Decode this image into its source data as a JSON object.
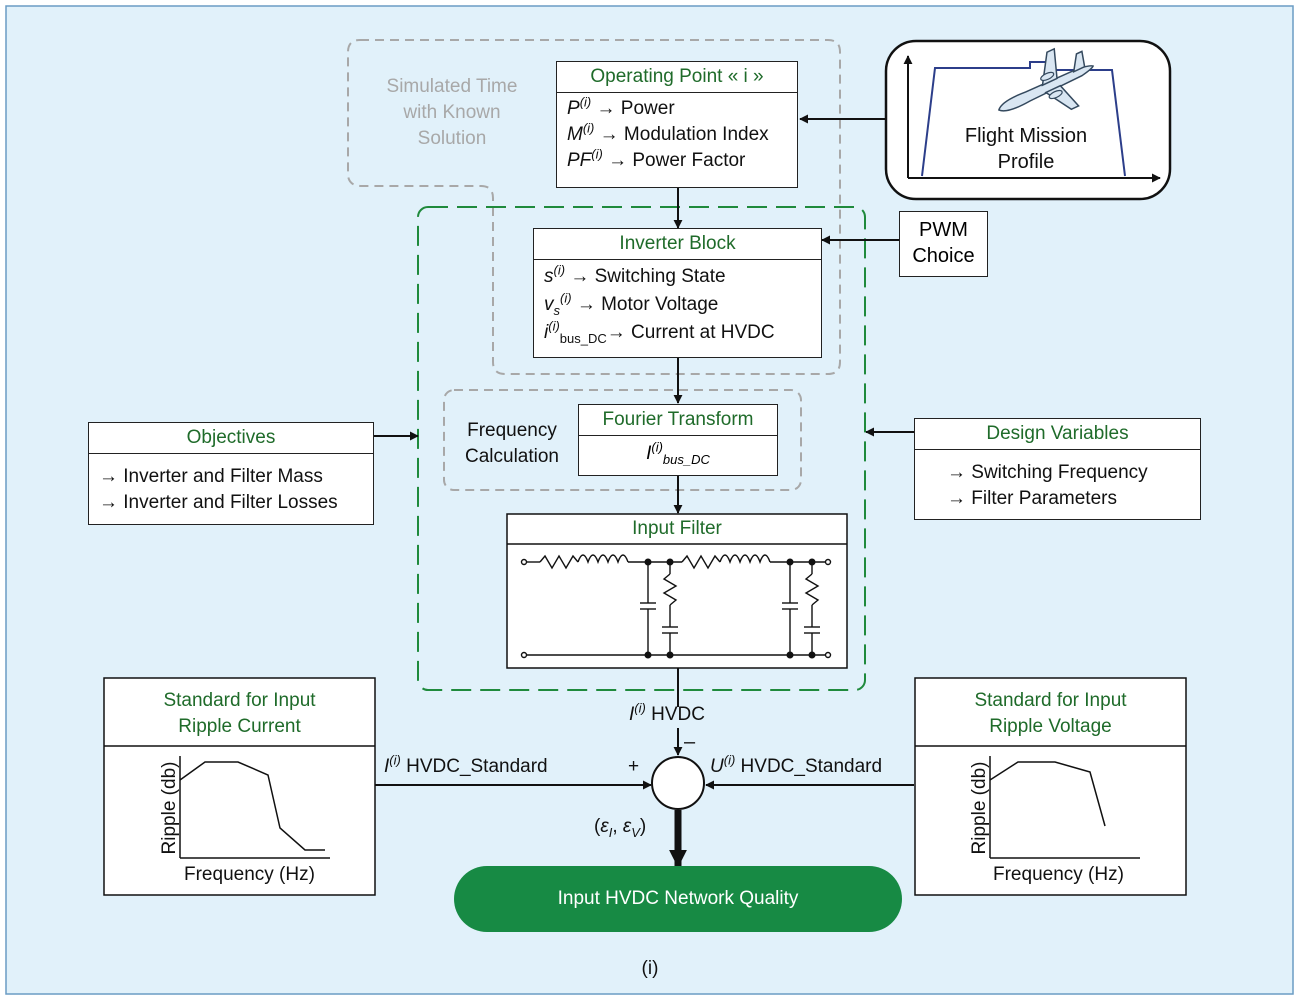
{
  "simulated_time": [
    "Simulated Time",
    "with Known",
    "Solution"
  ],
  "operating_point": {
    "title": "Operating Point « i »",
    "items": [
      {
        "sym": "P",
        "sup": "(i)",
        "text": " → Power"
      },
      {
        "sym": "M",
        "sup": "(i)",
        "text": " → Modulation Index"
      },
      {
        "sym": "PF",
        "sup": "(i)",
        "text": " → Power Factor"
      }
    ]
  },
  "flight_mission": {
    "line1": "Flight Mission",
    "line2": "Profile"
  },
  "pwm_choice": {
    "line1": "PWM",
    "line2": "Choice"
  },
  "inverter_block": {
    "title": "Inverter Block",
    "item1": {
      "sym": "s",
      "sup": "(i)",
      "text": " → Switching State"
    },
    "item2": {
      "sym": "v",
      "sub": "s",
      "sup": "(i)",
      "text": " → Motor Voltage"
    },
    "item3": {
      "sym": "i",
      "sup": "(i)",
      "sub": "bus_DC",
      "text": "→ Current at HVDC"
    }
  },
  "frequency_calc": {
    "line1": "Frequency",
    "line2": "Calculation"
  },
  "fourier": {
    "title": "Fourier Transform",
    "sym": "I",
    "sup": "(i)",
    "sub": "bus_DC"
  },
  "objectives": {
    "title": "Objectives",
    "items": [
      "→ Inverter and Filter Mass",
      "→ Inverter and Filter Losses"
    ]
  },
  "design_variables": {
    "title": "Design Variables",
    "items": [
      "→ Switching Frequency",
      "→ Filter Parameters"
    ]
  },
  "input_filter": {
    "title": "Input Filter"
  },
  "hvdc_current": {
    "sym": "I",
    "sup": "(i)",
    "text": " HVDC"
  },
  "minus_sign": "–",
  "plus_sign": "+",
  "i_standard": {
    "sym": "I",
    "sup": "(i)",
    "text": " HVDC_Standard"
  },
  "u_standard": {
    "sym": "U",
    "sup": "(i)",
    "text": " HVDC_Standard"
  },
  "std_current": {
    "title1": "Standard for Input",
    "title2": "Ripple Current",
    "ylabel": "Ripple (db)",
    "xlabel": "Frequency (Hz)"
  },
  "std_voltage": {
    "title1": "Standard for Input",
    "title2": "Ripple Voltage",
    "ylabel": "Ripple (db)",
    "xlabel": "Frequency (Hz)"
  },
  "error": {
    "open": "(",
    "e1": "ε",
    "s1": "I",
    "sep": ", ",
    "e2": "ε",
    "s2": "V",
    "close": ")"
  },
  "quality": "Input HVDC Network Quality",
  "caption": "(i)",
  "colors": {
    "background": "#e1f1fa",
    "frame": "#6a9cc4",
    "green": "#1f6b2a",
    "quality_fill": "#178a44",
    "dashed_grey": "#a8a8a8"
  }
}
